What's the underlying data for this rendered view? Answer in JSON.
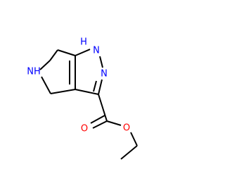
{
  "molecule": {
    "atom_labels": {
      "nh_ring": "NH",
      "h_top": "H",
      "n_top": "N",
      "n_mid": "N",
      "o_carbonyl": "O",
      "o_ester": "O"
    }
  },
  "colors": {
    "bond": "#000000",
    "nitrogen": "#0000ff",
    "oxygen": "#ff0000",
    "background": "#ffffff"
  }
}
